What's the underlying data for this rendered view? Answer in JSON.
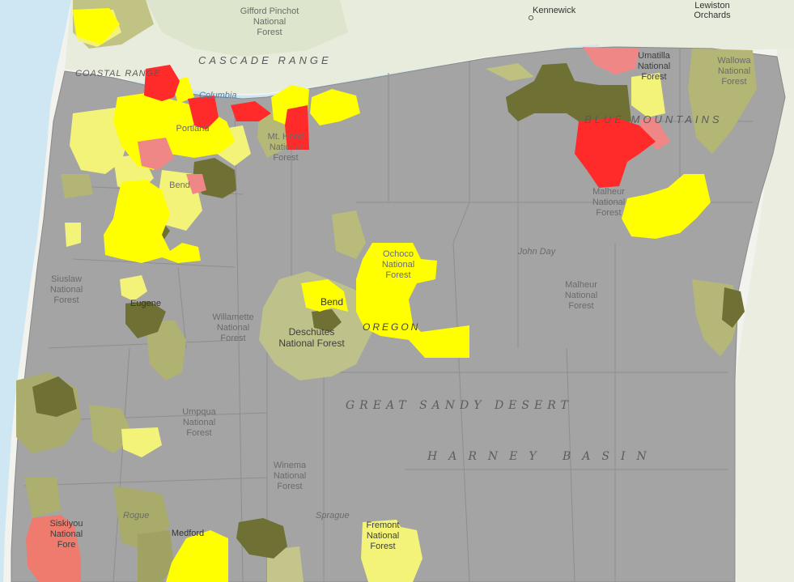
{
  "map": {
    "colors": {
      "background_land": "#f2f2ee",
      "water": "#cfe6f3",
      "county_fill": "#a4a4a4",
      "boundary": "#878787",
      "yellow": "#ffff00",
      "light_yellow": "#f3f37a",
      "pale_olive": "#c9c98c",
      "olive": "#9fa46a",
      "dark_olive": "#6f7034",
      "red": "#ff2a2a",
      "pink": "#f08787",
      "salmon": "#ee7b6d"
    },
    "labels": {
      "gifford_pinchot": [
        "Gifford Pinchot",
        "National",
        "Forest"
      ],
      "kennewick": "Kennewick",
      "lewiston_orchards": [
        "Lewiston",
        "Orchards"
      ],
      "cascade_range": "CASCADE RANGE",
      "coastal_range": "COASTAL RANGE",
      "columbia": "Columbia",
      "umatilla": [
        "Umatilla",
        "National",
        "Forest"
      ],
      "wallowa": [
        "Wallowa",
        "National",
        "Forest"
      ],
      "blue_mountains": "BLUE MOUNTAINS",
      "portland": "Portland",
      "mt_hood": [
        "Mt. Hood",
        "National",
        "Forest"
      ],
      "bend_north": "Bend",
      "malheur_north": [
        "Malheur",
        "National",
        "Forest"
      ],
      "ochoco": [
        "Ochoco",
        "National",
        "Forest"
      ],
      "john_day": "John Day",
      "malheur": [
        "Malheur",
        "National",
        "Forest"
      ],
      "siuslaw": [
        "Siuslaw",
        "National",
        "Forest"
      ],
      "eugene": "Eugene",
      "willamette": [
        "Willamette",
        "National",
        "Forest"
      ],
      "bend": "Bend",
      "oregon": "OREGON",
      "deschutes": [
        "Deschutes",
        "National Forest"
      ],
      "great_sandy_desert": "GREAT SANDY DESERT",
      "umpqua": [
        "Umpqua",
        "National",
        "Forest"
      ],
      "harney_basin": "HARNEY BASIN",
      "winema": [
        "Winema",
        "National",
        "Forest"
      ],
      "rogue": "Rogue",
      "sprague": "Sprague",
      "siskiyou": [
        "Siskiyou",
        "National",
        "Fore"
      ],
      "medford": "Medford",
      "fremont": [
        "Fremont",
        "National",
        "Forest"
      ]
    }
  }
}
